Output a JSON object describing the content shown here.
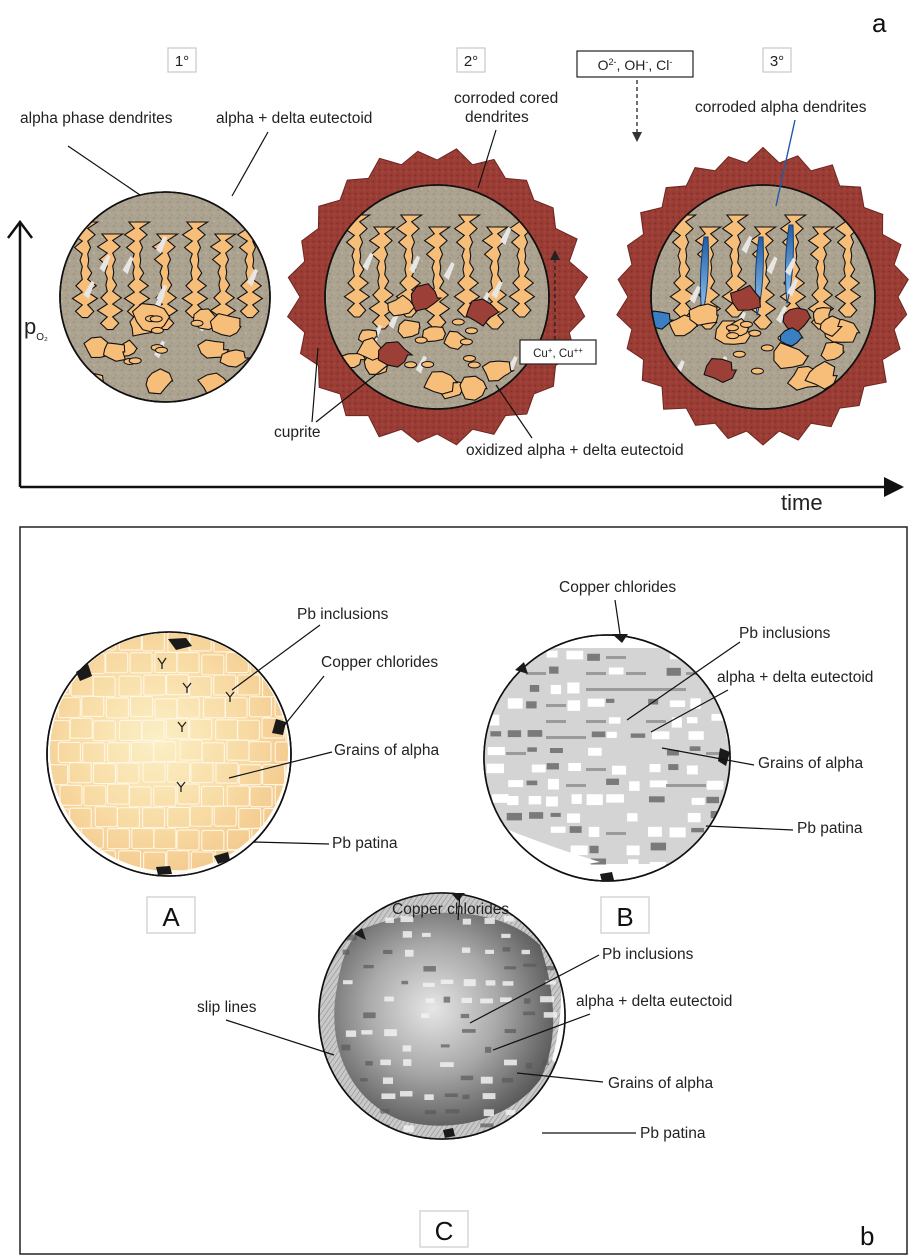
{
  "panel_a": {
    "letter": "a",
    "stages": [
      "1°",
      "2°",
      "3°"
    ],
    "ions_in_box": {
      "line": "O{2-}, OH{-}, Cl{-}",
      "parts": [
        {
          "base": "O",
          "sup": "2-",
          "sep": ", "
        },
        {
          "base": "OH",
          "sup": "-",
          "sep": ", "
        },
        {
          "base": "Cl",
          "sup": "-",
          "sep": ""
        }
      ]
    },
    "ions_out_box": {
      "parts": [
        {
          "base": "Cu",
          "sup": "+",
          "sep": ", "
        },
        {
          "base": "Cu",
          "sup": "++",
          "sep": ""
        }
      ]
    },
    "y_axis": {
      "base": "p",
      "sub": "O₂"
    },
    "x_axis": "time",
    "labels": {
      "alpha_dendrites": "alpha phase dendrites",
      "eutectoid": "alpha + delta eutectoid",
      "cored_1": "corroded cored",
      "cored_2": "dendrites",
      "corroded_alpha": "corroded alpha dendrites",
      "cuprite": "cuprite",
      "oxidized": "oxidized alpha + delta eutectoid"
    }
  },
  "panel_b": {
    "letter": "b",
    "A": {
      "caption": "A",
      "labels": {
        "pb_inclusions": "Pb inclusions",
        "copper_chlorides": "Copper chlorides",
        "grains": "Grains of alpha",
        "pb_patina": "Pb patina"
      }
    },
    "B": {
      "caption": "B",
      "labels": {
        "copper_chlorides": "Copper chlorides",
        "pb_inclusions": "Pb inclusions",
        "eutectoid": "alpha + delta eutectoid",
        "grains": "Grains of alpha",
        "pb_patina": "Pb patina"
      }
    },
    "C": {
      "caption": "C",
      "labels": {
        "copper_chlorides": "Copper chlorides",
        "pb_inclusions": "Pb inclusions",
        "slip_lines": "slip lines",
        "eutectoid": "alpha + delta eutectoid",
        "grains": "Grains of alpha",
        "pb_patina": "Pb patina"
      }
    }
  },
  "colors": {
    "metal_matrix": "#b5ab9a",
    "dendrite": "#f7be7a",
    "cuprite": "#9c3f37",
    "corrosion_blue": "#3a7fc4",
    "grain_fill": "#f6d9a4",
    "grey_phase": "#cfcfcf",
    "dark_phase": "#7a7a7a",
    "chloride": "#222222"
  }
}
